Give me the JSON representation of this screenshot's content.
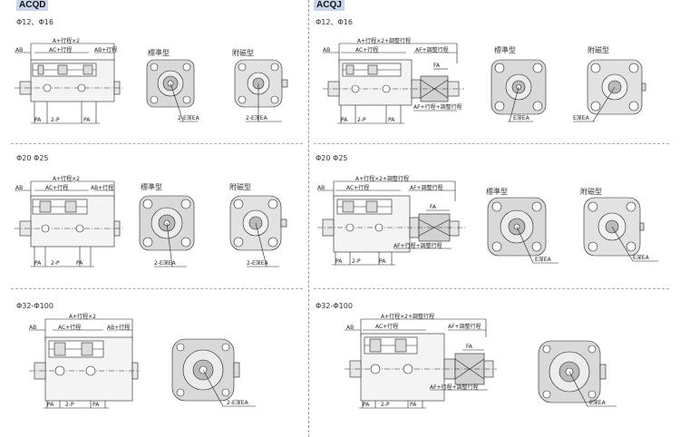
{
  "headers": {
    "left": "ACQD",
    "right": "ACQJ"
  },
  "views": {
    "standard": "標準型",
    "magnetic": "附磁型"
  },
  "left": {
    "rows": [
      {
        "size": "Φ12、Φ16",
        "dim_total": "A+行程×2",
        "dim_ac": "AC+行程",
        "dim_ab_right": "AB+行程",
        "ab": "AB",
        "pa": "PA",
        "p": "2-P",
        "e": "2-E深EA"
      },
      {
        "size": "Φ20 Φ25",
        "dim_total": "A+行程×2",
        "dim_ac": "AC+行程",
        "dim_ab_right": "AB+行程",
        "ab": "AB",
        "pa": "PA",
        "p": "2-P",
        "e": "2-E深EA"
      },
      {
        "size": "Φ32-Φ100",
        "dim_total": "A+行程×2",
        "dim_ac": "AC+行程",
        "dim_ab_right": "AB+行程",
        "ab": "AB",
        "pa": "PA",
        "p": "2-P",
        "e": "2-E深EA"
      }
    ]
  },
  "right": {
    "rows": [
      {
        "size": "Φ12、Φ16",
        "dim_total": "A+行程×2+調整行程",
        "dim_ac": "AC+行程",
        "dim_af": "AF+調整行程",
        "dim_af2": "AF+行程+調整行程",
        "fa": "FA",
        "ab": "AB",
        "pa": "PA",
        "p": "2-P",
        "e": "E深EA"
      },
      {
        "size": "Φ20 Φ25",
        "dim_total": "A+行程×2+調整行程",
        "dim_ac": "AC+行程",
        "dim_af": "AF+調整行程",
        "dim_af2": "AF+行程+調整行程",
        "fa": "FA",
        "ab": "AB",
        "pa": "PA",
        "p": "2-P",
        "e": "E深EA"
      },
      {
        "size": "Φ32-Φ100",
        "dim_total": "A+行程×2+調整行程",
        "dim_ac": "AC+行程",
        "dim_af": "AF+調整行程",
        "dim_af2": "AF+行程+調整行程",
        "fa": "FA",
        "ab": "AB",
        "pa": "PA",
        "p": "2-P",
        "e": "E深EA"
      }
    ]
  }
}
